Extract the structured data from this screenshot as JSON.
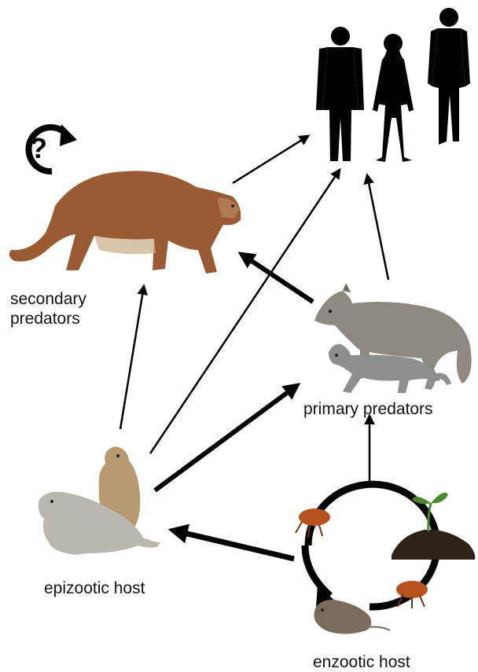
{
  "labels": {
    "secondary_predators_line1": "secondary",
    "secondary_predators_line2": "predators",
    "primary_predators": "primary predators",
    "epizootic_host": "epizootic host",
    "enzootic_host": "enzootic host"
  },
  "question_symbol": "?",
  "colors": {
    "arrow": "#000000",
    "cougar_fur": "#9a5a33",
    "coyote_fur": "#8e8a82",
    "cat_fur": "#8d8f8e",
    "prairie_dog_fur": "#b9b7b0",
    "prairie_dog_upright": "#b79a72",
    "flea": "#b5521d",
    "soil": "#2e2218",
    "sprout": "#4a8a2e",
    "human_silhouette": "#000000"
  }
}
